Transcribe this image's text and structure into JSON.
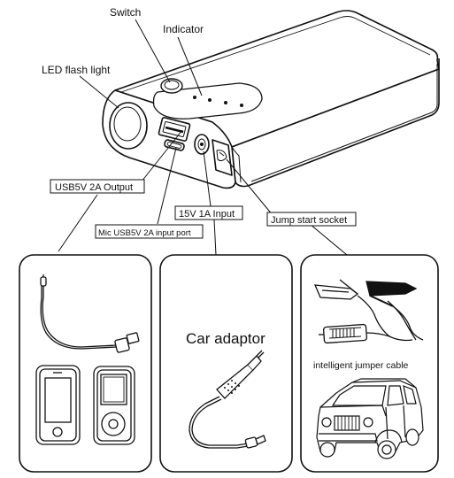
{
  "callouts": {
    "switch": "Switch",
    "indicator": "Indicator",
    "led": "LED flash light",
    "usb_output": "USB5V 2A Output",
    "micro_input": "Mic USB5V 2A  input port",
    "dc_input": "15V 1A Input",
    "jump_socket": "Jump start socket"
  },
  "panels": {
    "car_adaptor": "Car adaptor",
    "jumper_cable": "intelligent jumper cable"
  }
}
